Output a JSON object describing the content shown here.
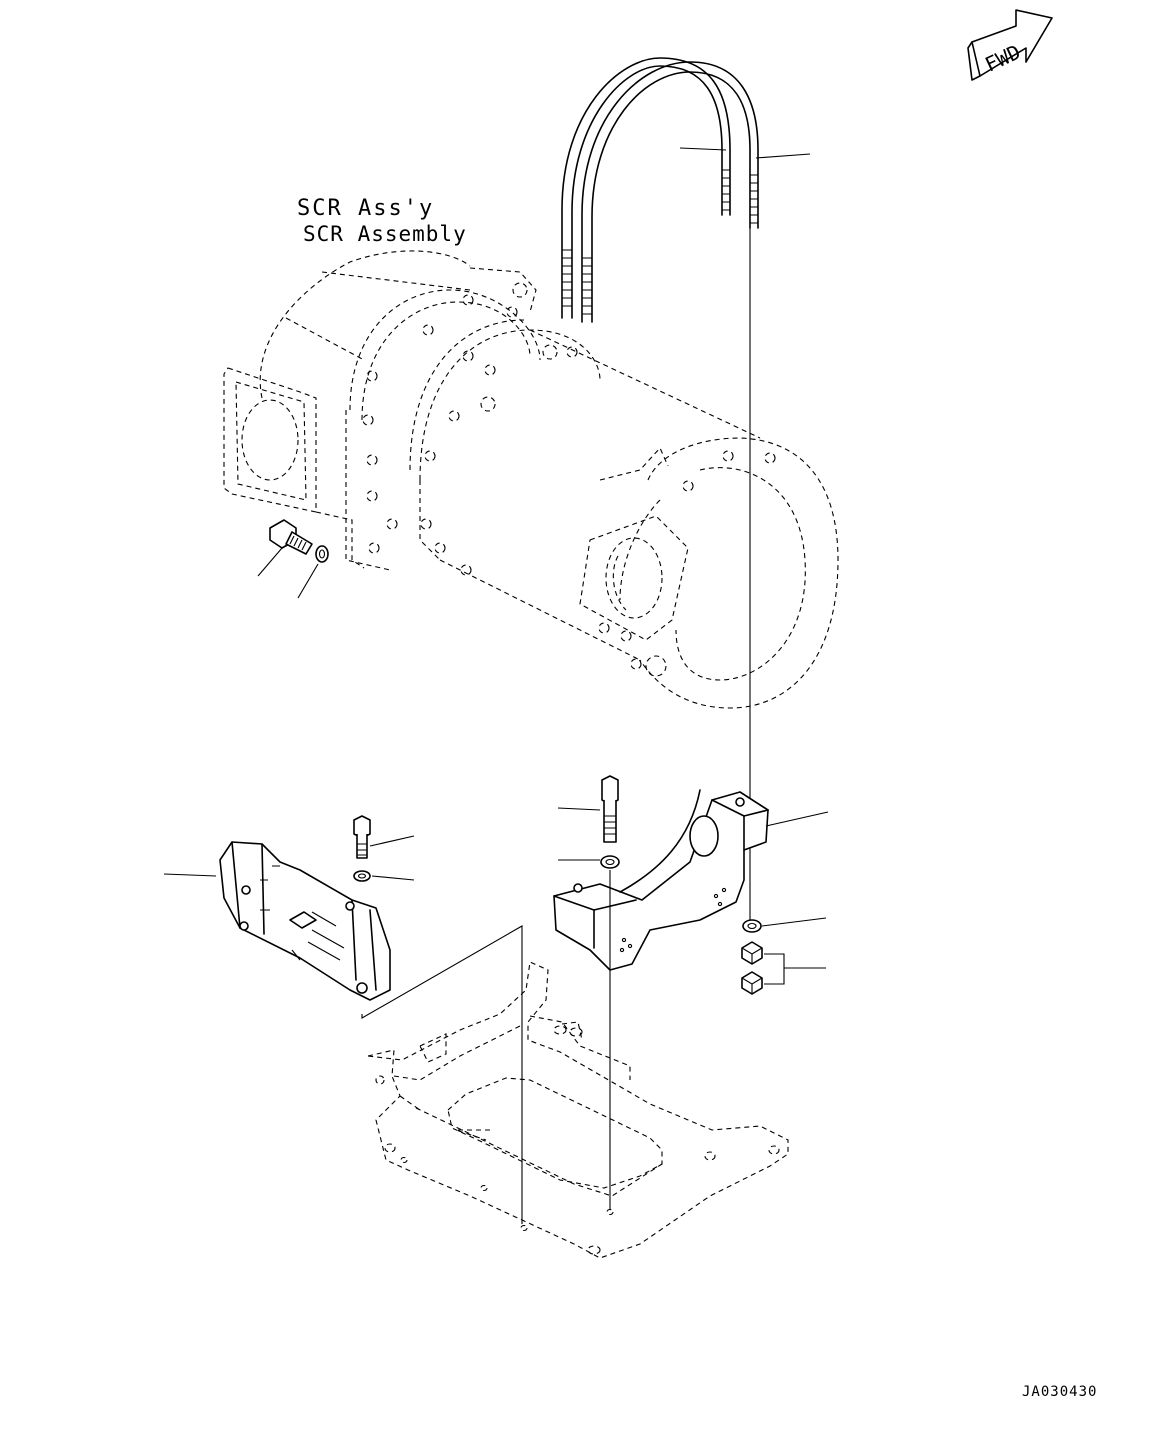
{
  "diagram": {
    "assembly_label_line1": "SCR Ass'y",
    "assembly_label_line2": "SCR Assembly",
    "direction_label": "FWD",
    "drawing_code": "JA030430"
  }
}
